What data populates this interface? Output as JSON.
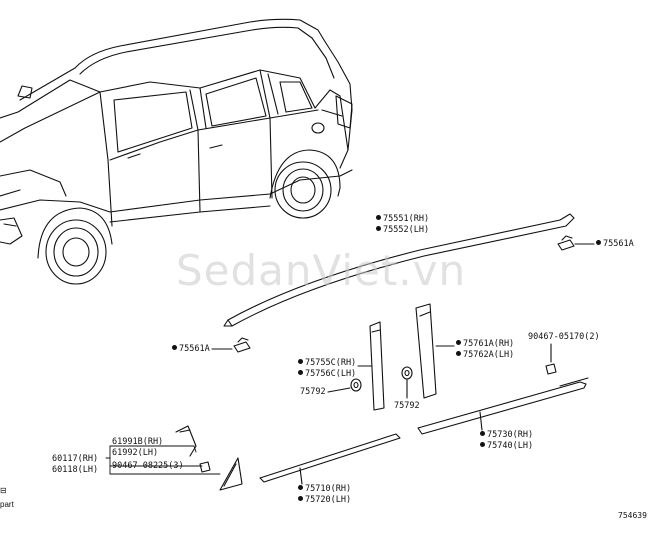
{
  "watermark": "SedanViet.vn",
  "diagram_id": "754639",
  "partial_text": "part",
  "partial_glyph": "⊟",
  "labels": {
    "p75551": "75551(RH)",
    "p75552": "75552(LH)",
    "p75561A_right": "75561A",
    "p75561A_left": "75561A",
    "p90467_05170": "90467-05170(2)",
    "p75761A": "75761A(RH)",
    "p75762A": "75762A(LH)",
    "p75755C": "75755C(RH)",
    "p75756C": "75756C(LH)",
    "p75792_left": "75792",
    "p75792_right": "75792",
    "p75730": "75730(RH)",
    "p75740": "75740(LH)",
    "p61991B": "61991B(RH)",
    "p61992": "61992(LH)",
    "p60117": "60117(RH)",
    "p60118": "60118(LH)",
    "p90467_08225": "90467-08225(3)",
    "p75710": "75710(RH)",
    "p75720": "75720(LH)"
  },
  "colors": {
    "line": "#111111",
    "watermark": "#c9c9c9"
  }
}
